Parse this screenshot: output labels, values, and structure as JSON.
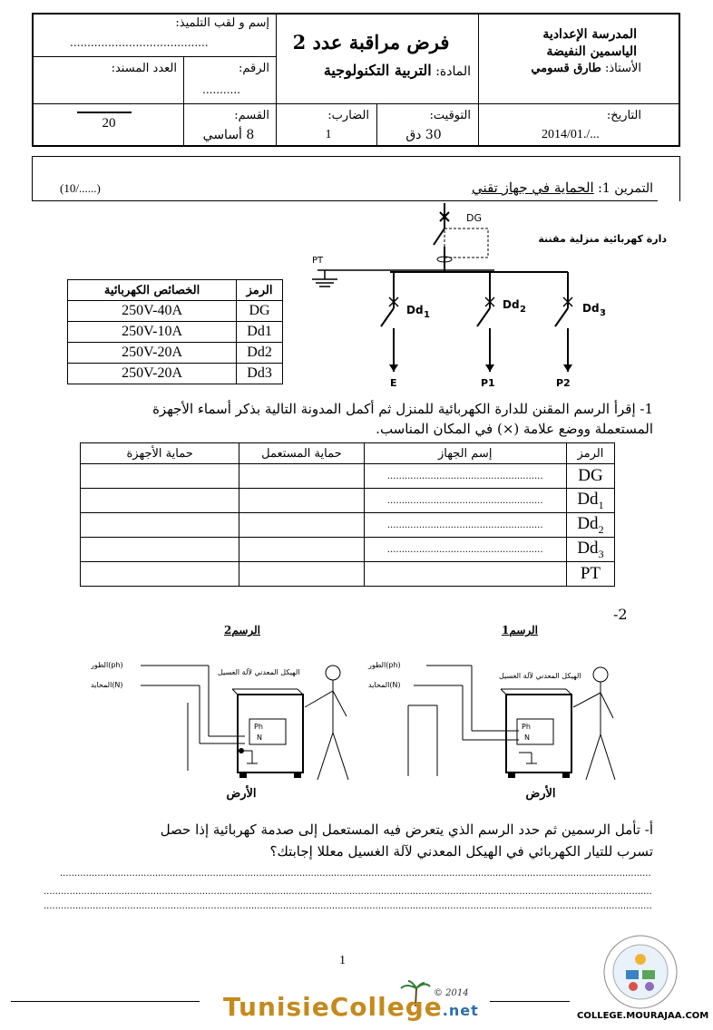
{
  "header": {
    "school_line1": "المدرسة الإعدادية",
    "school_line2": "الياسمين النفيضة",
    "teacher_label": "الأستاذ:",
    "teacher_name": "طارق قسومي",
    "exam_title": "فرض مراقبة عدد 2",
    "subject_label": "المادة:",
    "subject_name": "التربية التكنولوجية",
    "student_label": "إسم و لقب التلميذ:",
    "student_dots": "........................................",
    "number_label": "الرقم:",
    "number_dots": "...........",
    "grade_label": "العدد المسند:",
    "grade_total": "20",
    "date_label": "التاريخ:",
    "date_value": "2014/01./...",
    "duration_label": "التوقيت:",
    "duration_value": "30 دق",
    "coef_label": "الضارب:",
    "coef_value": "1",
    "class_label": "القسم:",
    "class_value": "8 أساسي"
  },
  "exercise1": {
    "label": "التمرين 1:",
    "title": "الحماية في جهاز تقني",
    "score": "(10/......)",
    "circuit_caption": "دارة كهربائية منزلية مقننة",
    "labels": {
      "dg": "DG",
      "pt": "PT",
      "dd1": "Dd",
      "dd2": "Dd",
      "dd3": "Dd",
      "sub1": "1",
      "sub2": "2",
      "sub3": "3",
      "e": "E",
      "p1": "P1",
      "p2": "P2"
    }
  },
  "prop_table": {
    "headers": [
      "الرمز",
      "الخصائص الكهربائية"
    ],
    "rows": [
      {
        "symbol": "DG",
        "spec": "250V-40A"
      },
      {
        "symbol": "Dd1",
        "spec": "250V-10A"
      },
      {
        "symbol": "Dd2",
        "spec": "250V-20A"
      },
      {
        "symbol": "Dd3",
        "spec": "250V-20A"
      }
    ]
  },
  "question1": {
    "line1": "1- إقرأ الرسم المقنن للدارة الكهربائية للمنزل ثم أكمل المدونة التالية بذكر أسماء الأجهزة",
    "line2": "المستعملة ووضع علامة (×) في المكان المناسب."
  },
  "ans_table": {
    "headers": [
      "الرمز",
      "إسم الجهاز",
      "حماية المستعمل",
      "حماية الأجهزة"
    ],
    "rows": [
      {
        "symbol": "DG",
        "sub": "",
        "dots": "......................................................"
      },
      {
        "symbol": "Dd",
        "sub": "1",
        "dots": "......................................................"
      },
      {
        "symbol": "Dd",
        "sub": "2",
        "dots": "......................................................"
      },
      {
        "symbol": "Dd",
        "sub": "3",
        "dots": "......................................................"
      },
      {
        "symbol": "PT",
        "sub": "",
        "dots": ""
      }
    ]
  },
  "question2": {
    "number": "-2",
    "fig1_title": "الرسم1",
    "fig2_title": "الرسم2",
    "phase_label": "الطور(ph)",
    "neutral_label_1": "المحايد(N)",
    "neutral_label_2": "المحايد(N)",
    "chassis_label": "الهيكل المعدني لآلة الغسيل",
    "ph_text": "Ph",
    "n_text": "N",
    "earth_label": "الأرض",
    "question_a_line1": "أ-  تأمل الرسمين ثم حدد الرسم الذي يتعرض فيه المستعمل إلى صدمة كهربائية إذا حصل",
    "question_a_line2": "تسرب للتيار الكهربائي في الهيكل المعدني لآلة الغسيل معللا إجابتك؟",
    "answer_dots": "........................................................................................................................................................................................................................................"
  },
  "footer": {
    "page_number": "1",
    "brand": "TunisieCollege",
    "brand_suffix": ".net",
    "year": "© 2014",
    "site": "COLLEGE.MOURAJAA.COM"
  }
}
